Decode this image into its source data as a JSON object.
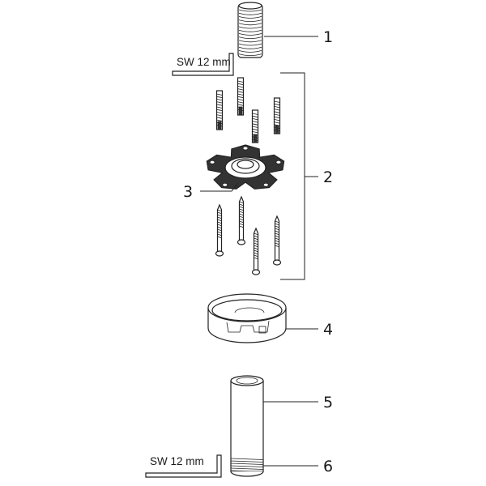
{
  "labels": [
    {
      "id": "1",
      "text": "1",
      "part": "Threaded connector"
    },
    {
      "id": "2",
      "text": "2",
      "part": "Screws and dowels set"
    },
    {
      "id": "3",
      "text": "3",
      "part": "Mounting flange"
    },
    {
      "id": "4",
      "text": "4",
      "part": "Cover rosette"
    },
    {
      "id": "5",
      "text": "5",
      "part": "Extension pipe"
    },
    {
      "id": "6",
      "text": "6",
      "part": "Thread end"
    }
  ],
  "wrench_top": {
    "text": "SW 12 mm"
  },
  "wrench_bottom": {
    "text": "SW 12 mm"
  },
  "colors": {
    "ink": "#222222",
    "background": "#ffffff"
  }
}
